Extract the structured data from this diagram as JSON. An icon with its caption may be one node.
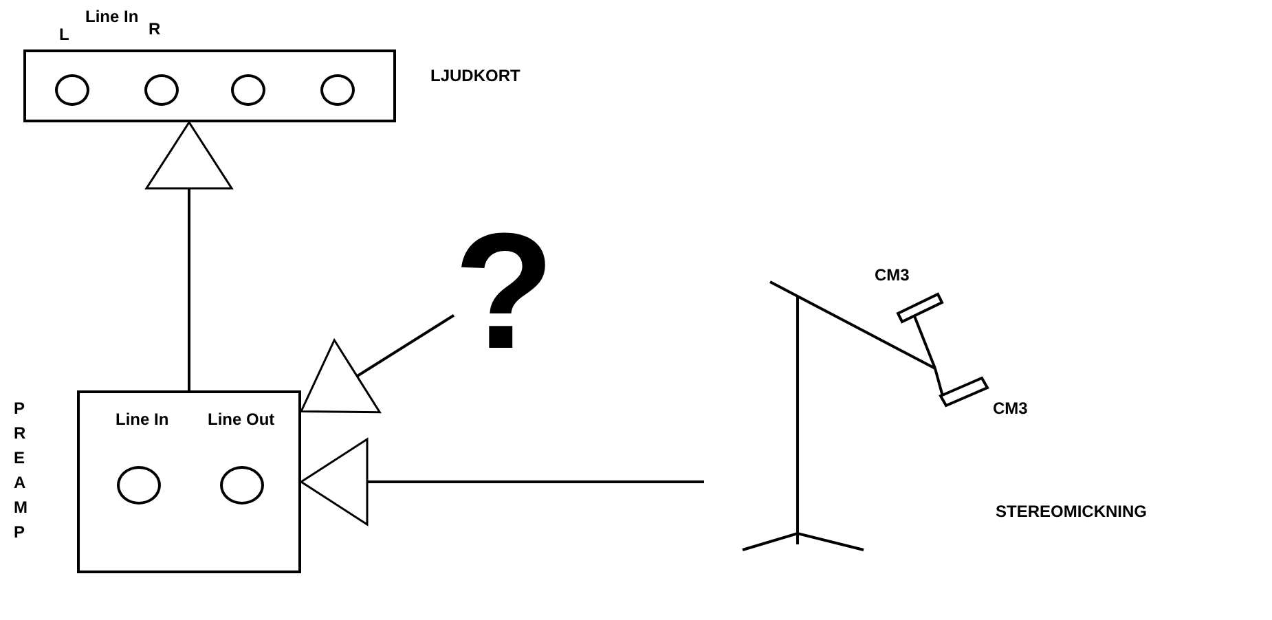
{
  "diagram": {
    "nodes": [
      {
        "text": [
          "L",
          "Line In",
          "R"
        ],
        "beside": [
          "LJUDKORT"
        ]
      },
      {
        "text": [
          "Line In",
          "Line Out"
        ],
        "beside": [
          "PREAMP"
        ]
      },
      {
        "text": [
          "?"
        ]
      },
      {
        "text": [],
        "shape": "picture",
        "beside": [
          "CM3",
          "CM3",
          "STEREOMICKNING"
        ]
      }
    ],
    "edges": [
      {
        "from": 1,
        "to": 0,
        "arrow": "to"
      },
      {
        "from": 2,
        "to": 1,
        "arrow": "to"
      },
      {
        "from": 3,
        "to": 1,
        "arrow": "to"
      }
    ]
  }
}
